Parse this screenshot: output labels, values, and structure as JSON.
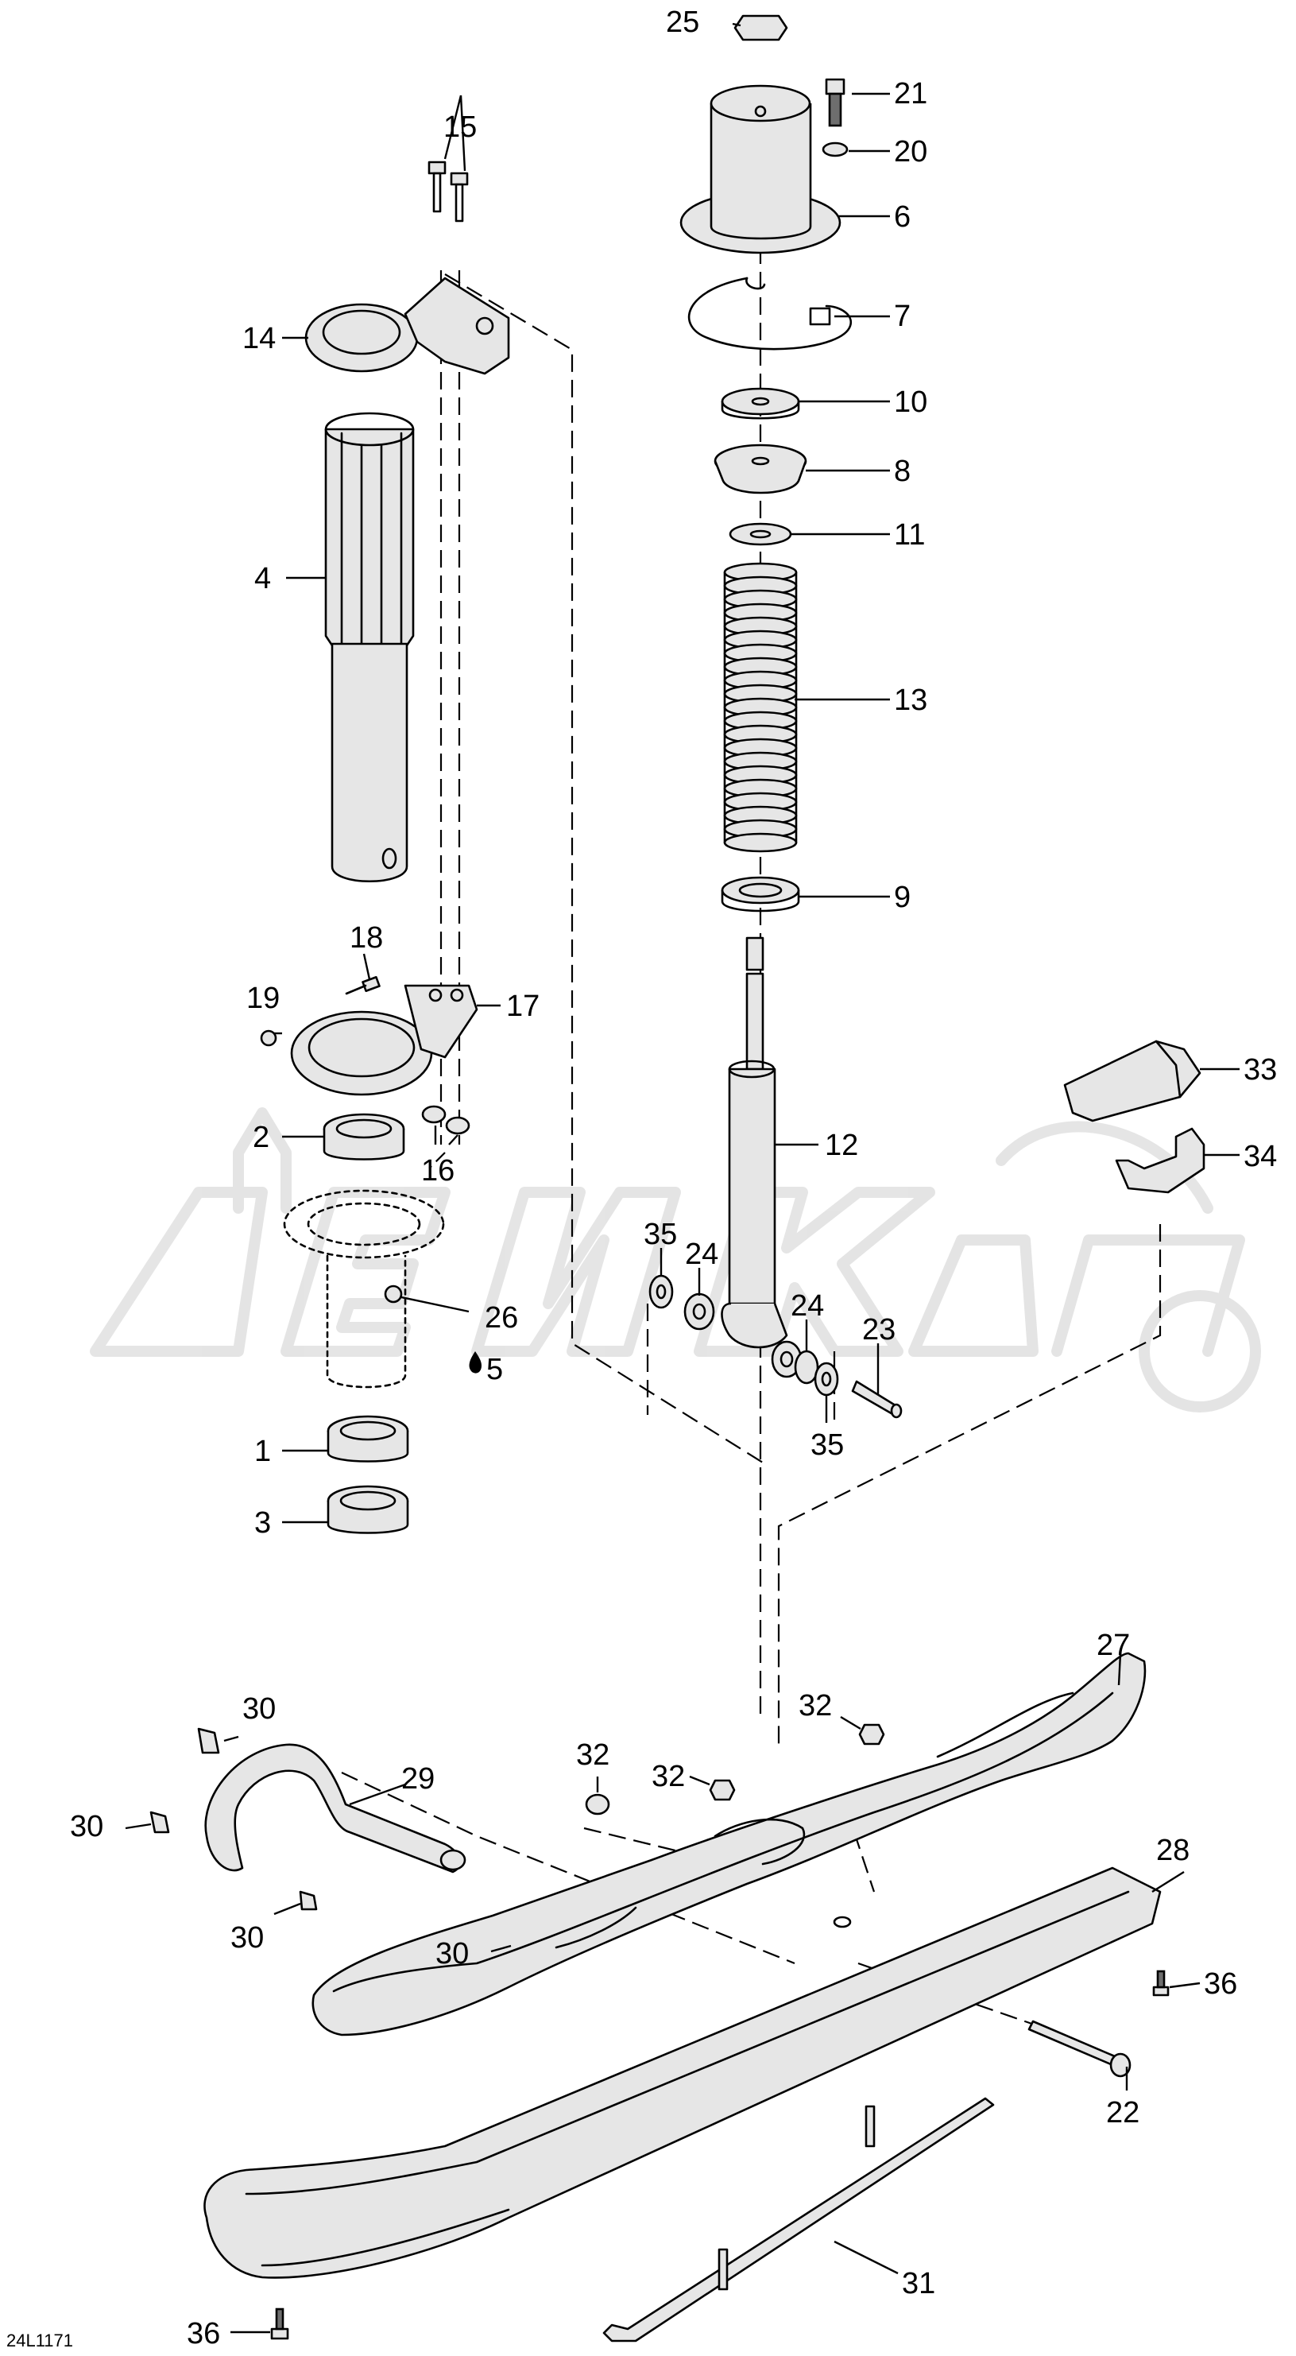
{
  "diagram": {
    "drawing_code": "24L1171",
    "callouts": [
      {
        "id": "c1",
        "label": "1"
      },
      {
        "id": "c2",
        "label": "2"
      },
      {
        "id": "c3",
        "label": "3"
      },
      {
        "id": "c4",
        "label": "4"
      },
      {
        "id": "c5",
        "label": "5"
      },
      {
        "id": "c6",
        "label": "6"
      },
      {
        "id": "c7",
        "label": "7"
      },
      {
        "id": "c8",
        "label": "8"
      },
      {
        "id": "c9",
        "label": "9"
      },
      {
        "id": "c10",
        "label": "10"
      },
      {
        "id": "c11",
        "label": "11"
      },
      {
        "id": "c12",
        "label": "12"
      },
      {
        "id": "c13",
        "label": "13"
      },
      {
        "id": "c14",
        "label": "14"
      },
      {
        "id": "c15",
        "label": "15"
      },
      {
        "id": "c16",
        "label": "16"
      },
      {
        "id": "c17",
        "label": "17"
      },
      {
        "id": "c18",
        "label": "18"
      },
      {
        "id": "c19",
        "label": "19"
      },
      {
        "id": "c20",
        "label": "20"
      },
      {
        "id": "c21",
        "label": "21"
      },
      {
        "id": "c22",
        "label": "22"
      },
      {
        "id": "c23",
        "label": "23"
      },
      {
        "id": "c24a",
        "label": "24"
      },
      {
        "id": "c24b",
        "label": "24"
      },
      {
        "id": "c25",
        "label": "25"
      },
      {
        "id": "c26",
        "label": "26"
      },
      {
        "id": "c27",
        "label": "27"
      },
      {
        "id": "c28",
        "label": "28"
      },
      {
        "id": "c29",
        "label": "29"
      },
      {
        "id": "c30a",
        "label": "30"
      },
      {
        "id": "c30b",
        "label": "30"
      },
      {
        "id": "c30c",
        "label": "30"
      },
      {
        "id": "c30d",
        "label": "30"
      },
      {
        "id": "c31",
        "label": "31"
      },
      {
        "id": "c32a",
        "label": "32"
      },
      {
        "id": "c32b",
        "label": "32"
      },
      {
        "id": "c32c",
        "label": "32"
      },
      {
        "id": "c33",
        "label": "33"
      },
      {
        "id": "c34",
        "label": "34"
      },
      {
        "id": "c35a",
        "label": "35"
      },
      {
        "id": "c35b",
        "label": "35"
      },
      {
        "id": "c36a",
        "label": "36"
      },
      {
        "id": "c36b",
        "label": "36"
      }
    ]
  }
}
